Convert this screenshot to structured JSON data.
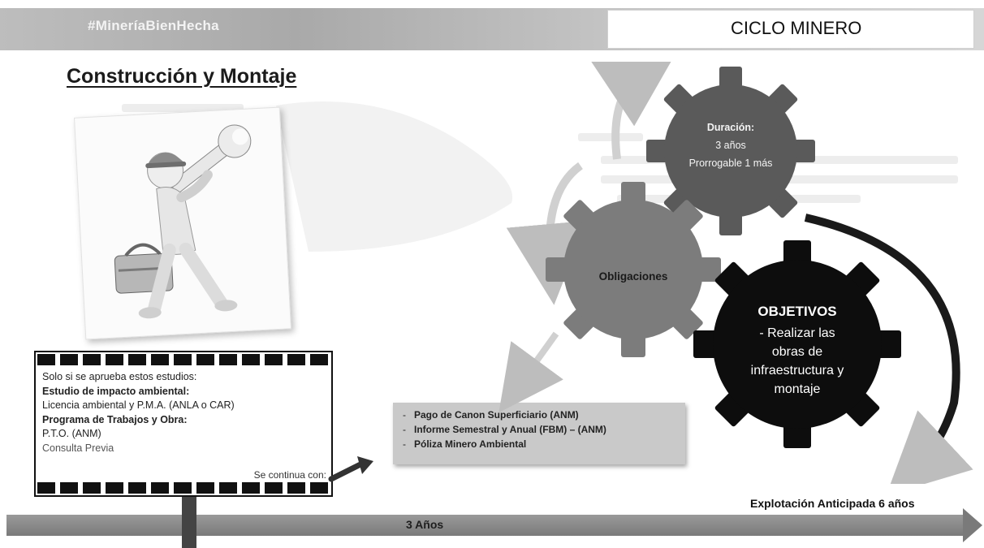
{
  "header": {
    "hashtag": "#MineríaBienHecha",
    "title": "CICLO MINERO"
  },
  "page_title": "Construcción y Montaje",
  "studies": {
    "intro": "Solo si se aprueba estos estudios:",
    "env_heading": "Estudio de impacto ambiental:",
    "env_detail": "Licencia ambiental y P.M.A. (ANLA o CAR)",
    "works_heading": "Programa de Trabajos y Obra:",
    "works_detail": "P.T.O. (ANM)",
    "consult": "Consulta Previa",
    "continue": "Se continua con:"
  },
  "obligations": {
    "items": [
      "Pago de Canon Superficiario (ANM)",
      "Informe Semestral y Anual (FBM) – (ANM)",
      "Póliza Minero Ambiental"
    ]
  },
  "gears": {
    "duration": {
      "title": "Duración:",
      "line1": "3 años",
      "line2": "Prorrogable 1 más"
    },
    "obligations": {
      "title": "Obligaciones"
    },
    "objectives": {
      "title": "OBJETIVOS",
      "line1": "- Realizar las",
      "line2": "obras de",
      "line3": "infraestructura y",
      "line4": "montaje"
    }
  },
  "timeline": {
    "label": "3 Años",
    "anticipated": "Explotación Anticipada 6 años"
  },
  "colors": {
    "gear_gray": "#6f6f6f",
    "gear_dark": "#4e4e4e",
    "gear_black": "#0d0d0d",
    "bar": "#8a8a8a"
  }
}
